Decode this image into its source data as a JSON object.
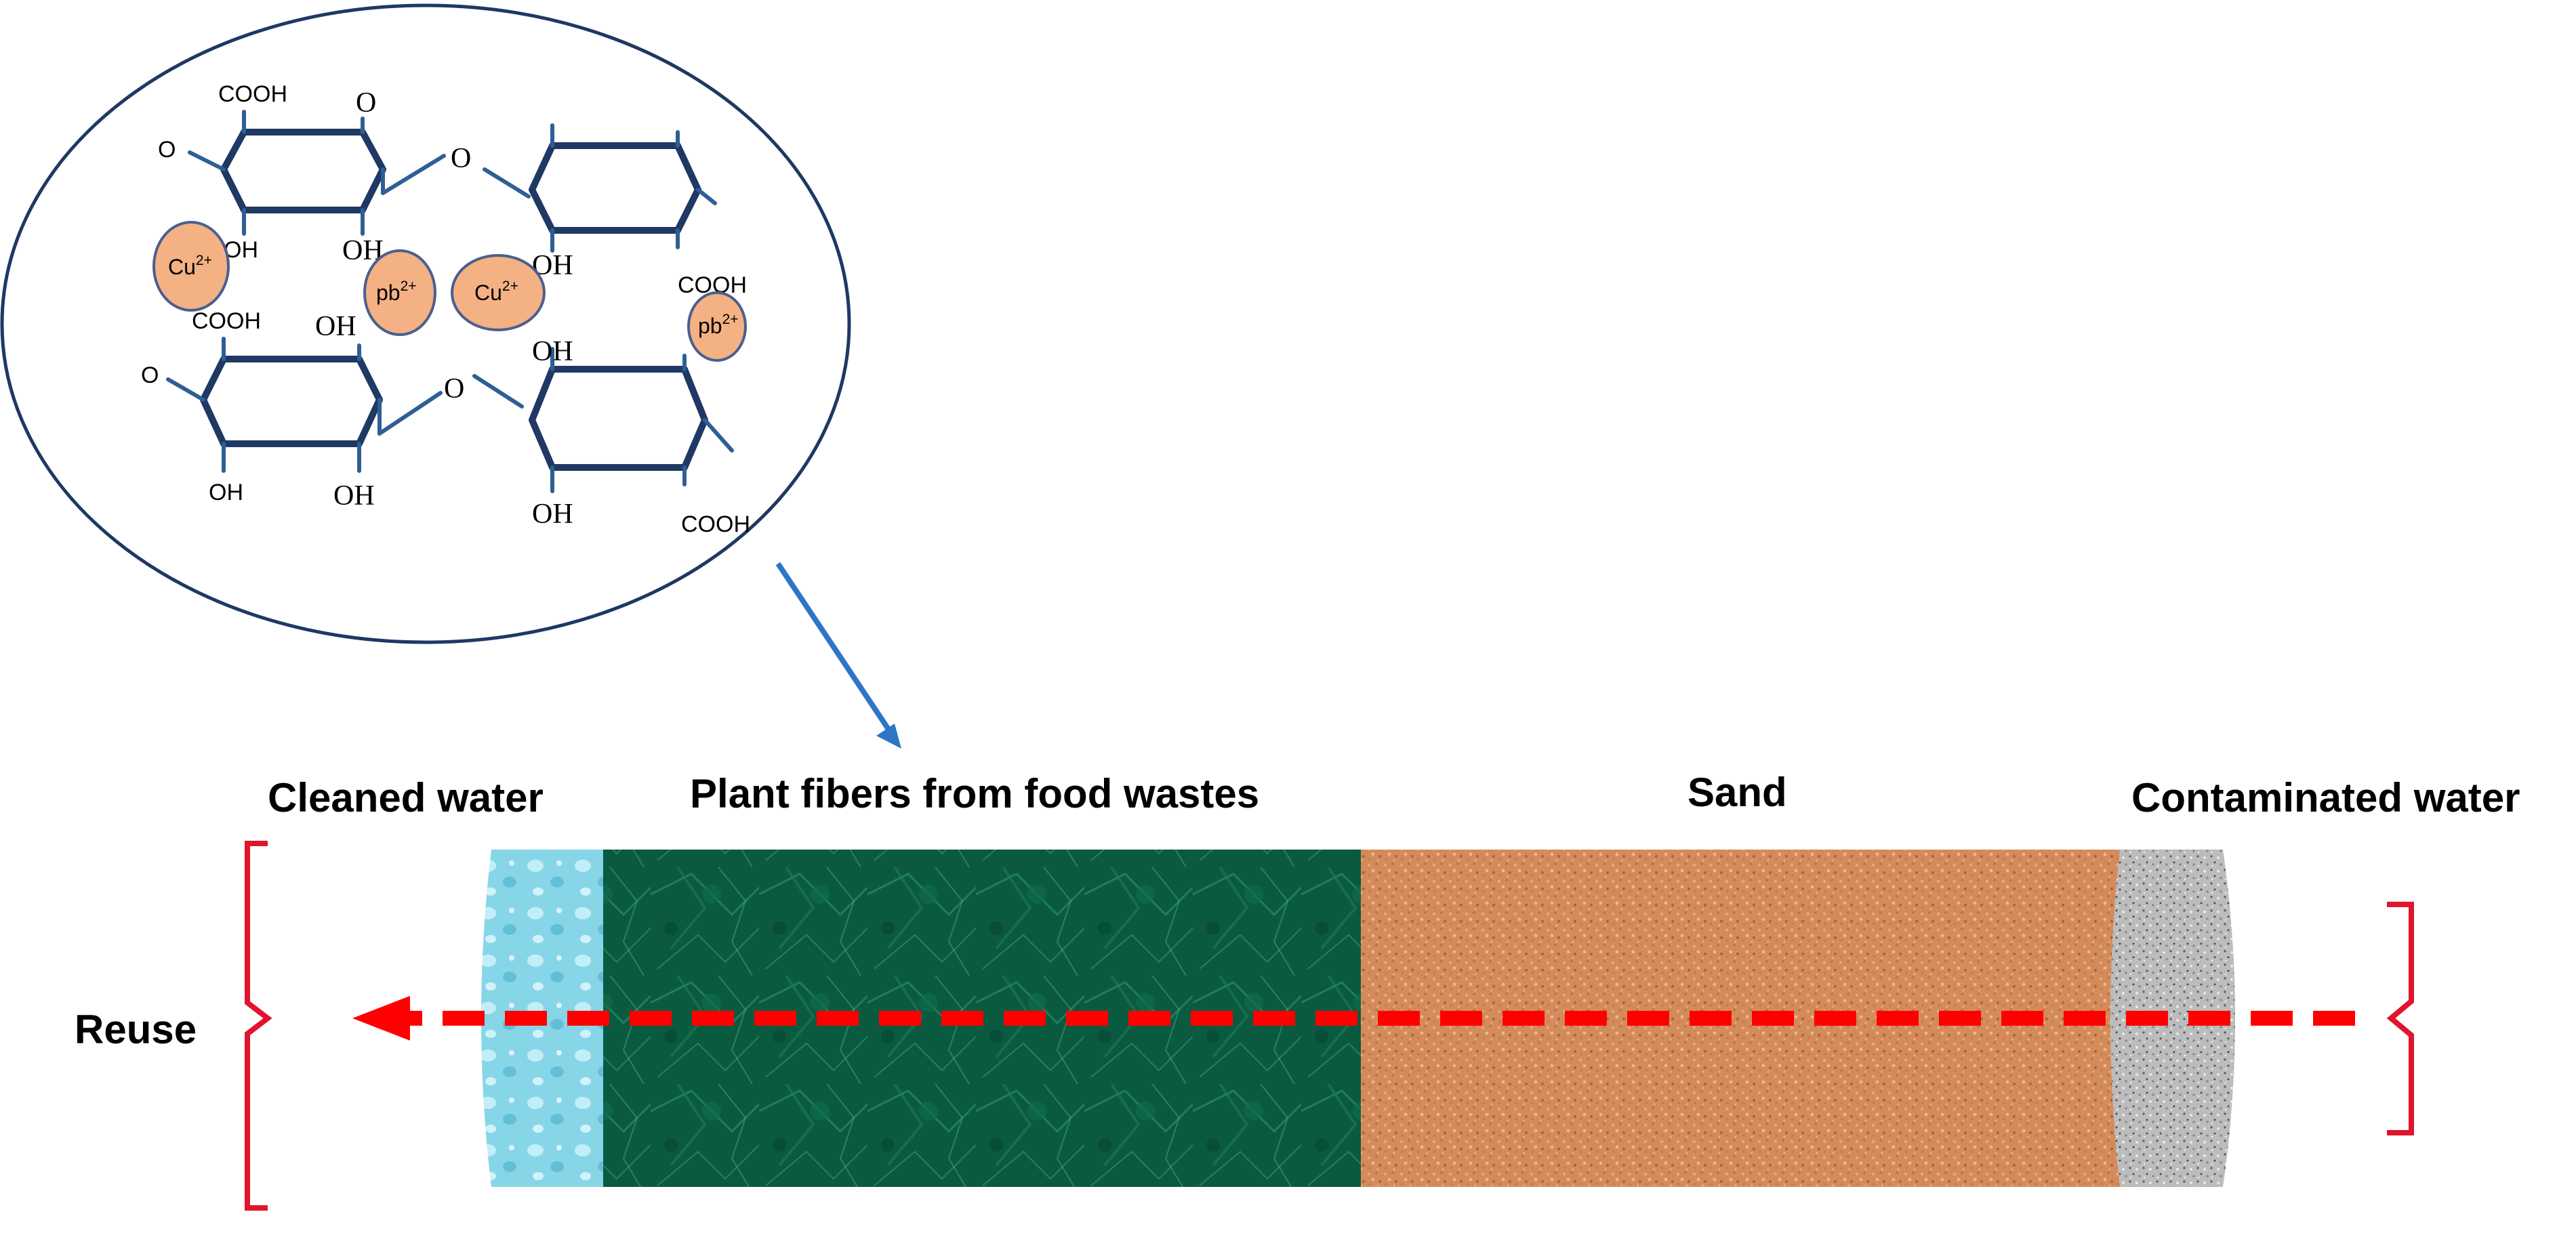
{
  "labels": {
    "cleaned_water": "Cleaned water",
    "plant_fibers": "Plant fibers from food wastes",
    "sand": "Sand",
    "contaminated_water": "Contaminated water",
    "reuse": "Reuse"
  },
  "molecule": {
    "cooh": "COOH",
    "oh": "OH",
    "o": "O",
    "cu_ion": {
      "symbol": "Cu",
      "charge": "2+"
    },
    "pb_ion": {
      "symbol": "pb",
      "charge": "2+"
    }
  },
  "colors": {
    "flow_arrow": "#ff0000",
    "bracket": "#e0142c",
    "pointer": "#2e75c6",
    "ion_fill": "#f4b183",
    "ion_stroke": "#4a5f8f",
    "water_layer": "#7fd3e6",
    "fiber_layer": "#0b5a40",
    "sand_layer": "#d48a5a",
    "contaminated_layer": "#b5b5b5",
    "ring_stroke": "#1f3864"
  }
}
